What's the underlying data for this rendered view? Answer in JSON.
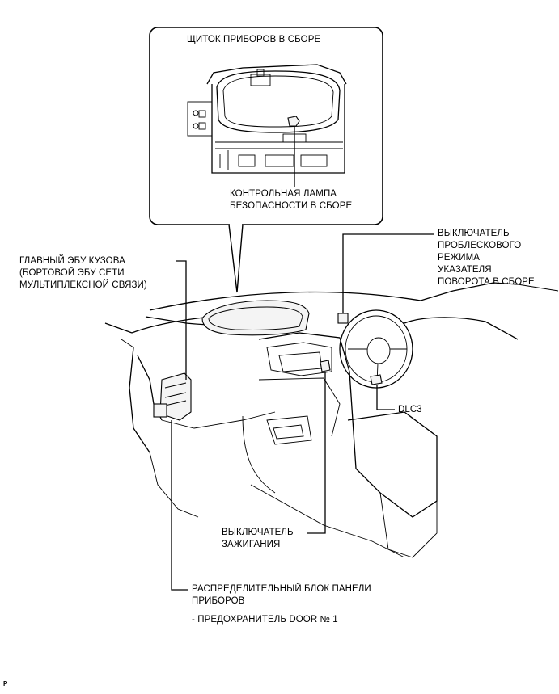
{
  "labels": {
    "cluster_title": "ЩИТОК ПРИБОРОВ В СБОРЕ",
    "security_lamp": "КОНТРОЛЬНАЯ ЛАМПА\nБЕЗОПАСНОСТИ В СБОРЕ",
    "body_ecu": "ГЛАВНЫЙ ЭБУ КУЗОВА\n(БОРТОВОЙ ЭБУ СЕТИ\nМУЛЬТИПЛЕКСНОЙ СВЯЗИ)",
    "hazard_switch": "ВЫКЛЮЧАТЕЛЬ\nПРОБЛЕСКОВОГО\nРЕЖИМА\nУКАЗАТЕЛЯ\nПОВОРОТА В СБОРЕ",
    "dlc3": "DLC3",
    "ignition_switch": "ВЫКЛЮЧАТЕЛЬ\nЗАЖИГАНИЯ",
    "junction_block": "РАСПРЕДЕЛИТЕЛЬНЫЙ БЛОК ПАНЕЛИ\nПРИБОРОВ",
    "fuse": "- ПРЕДОХРАНИТЕЛЬ DOOR № 1",
    "corner_mark": "P"
  }
}
